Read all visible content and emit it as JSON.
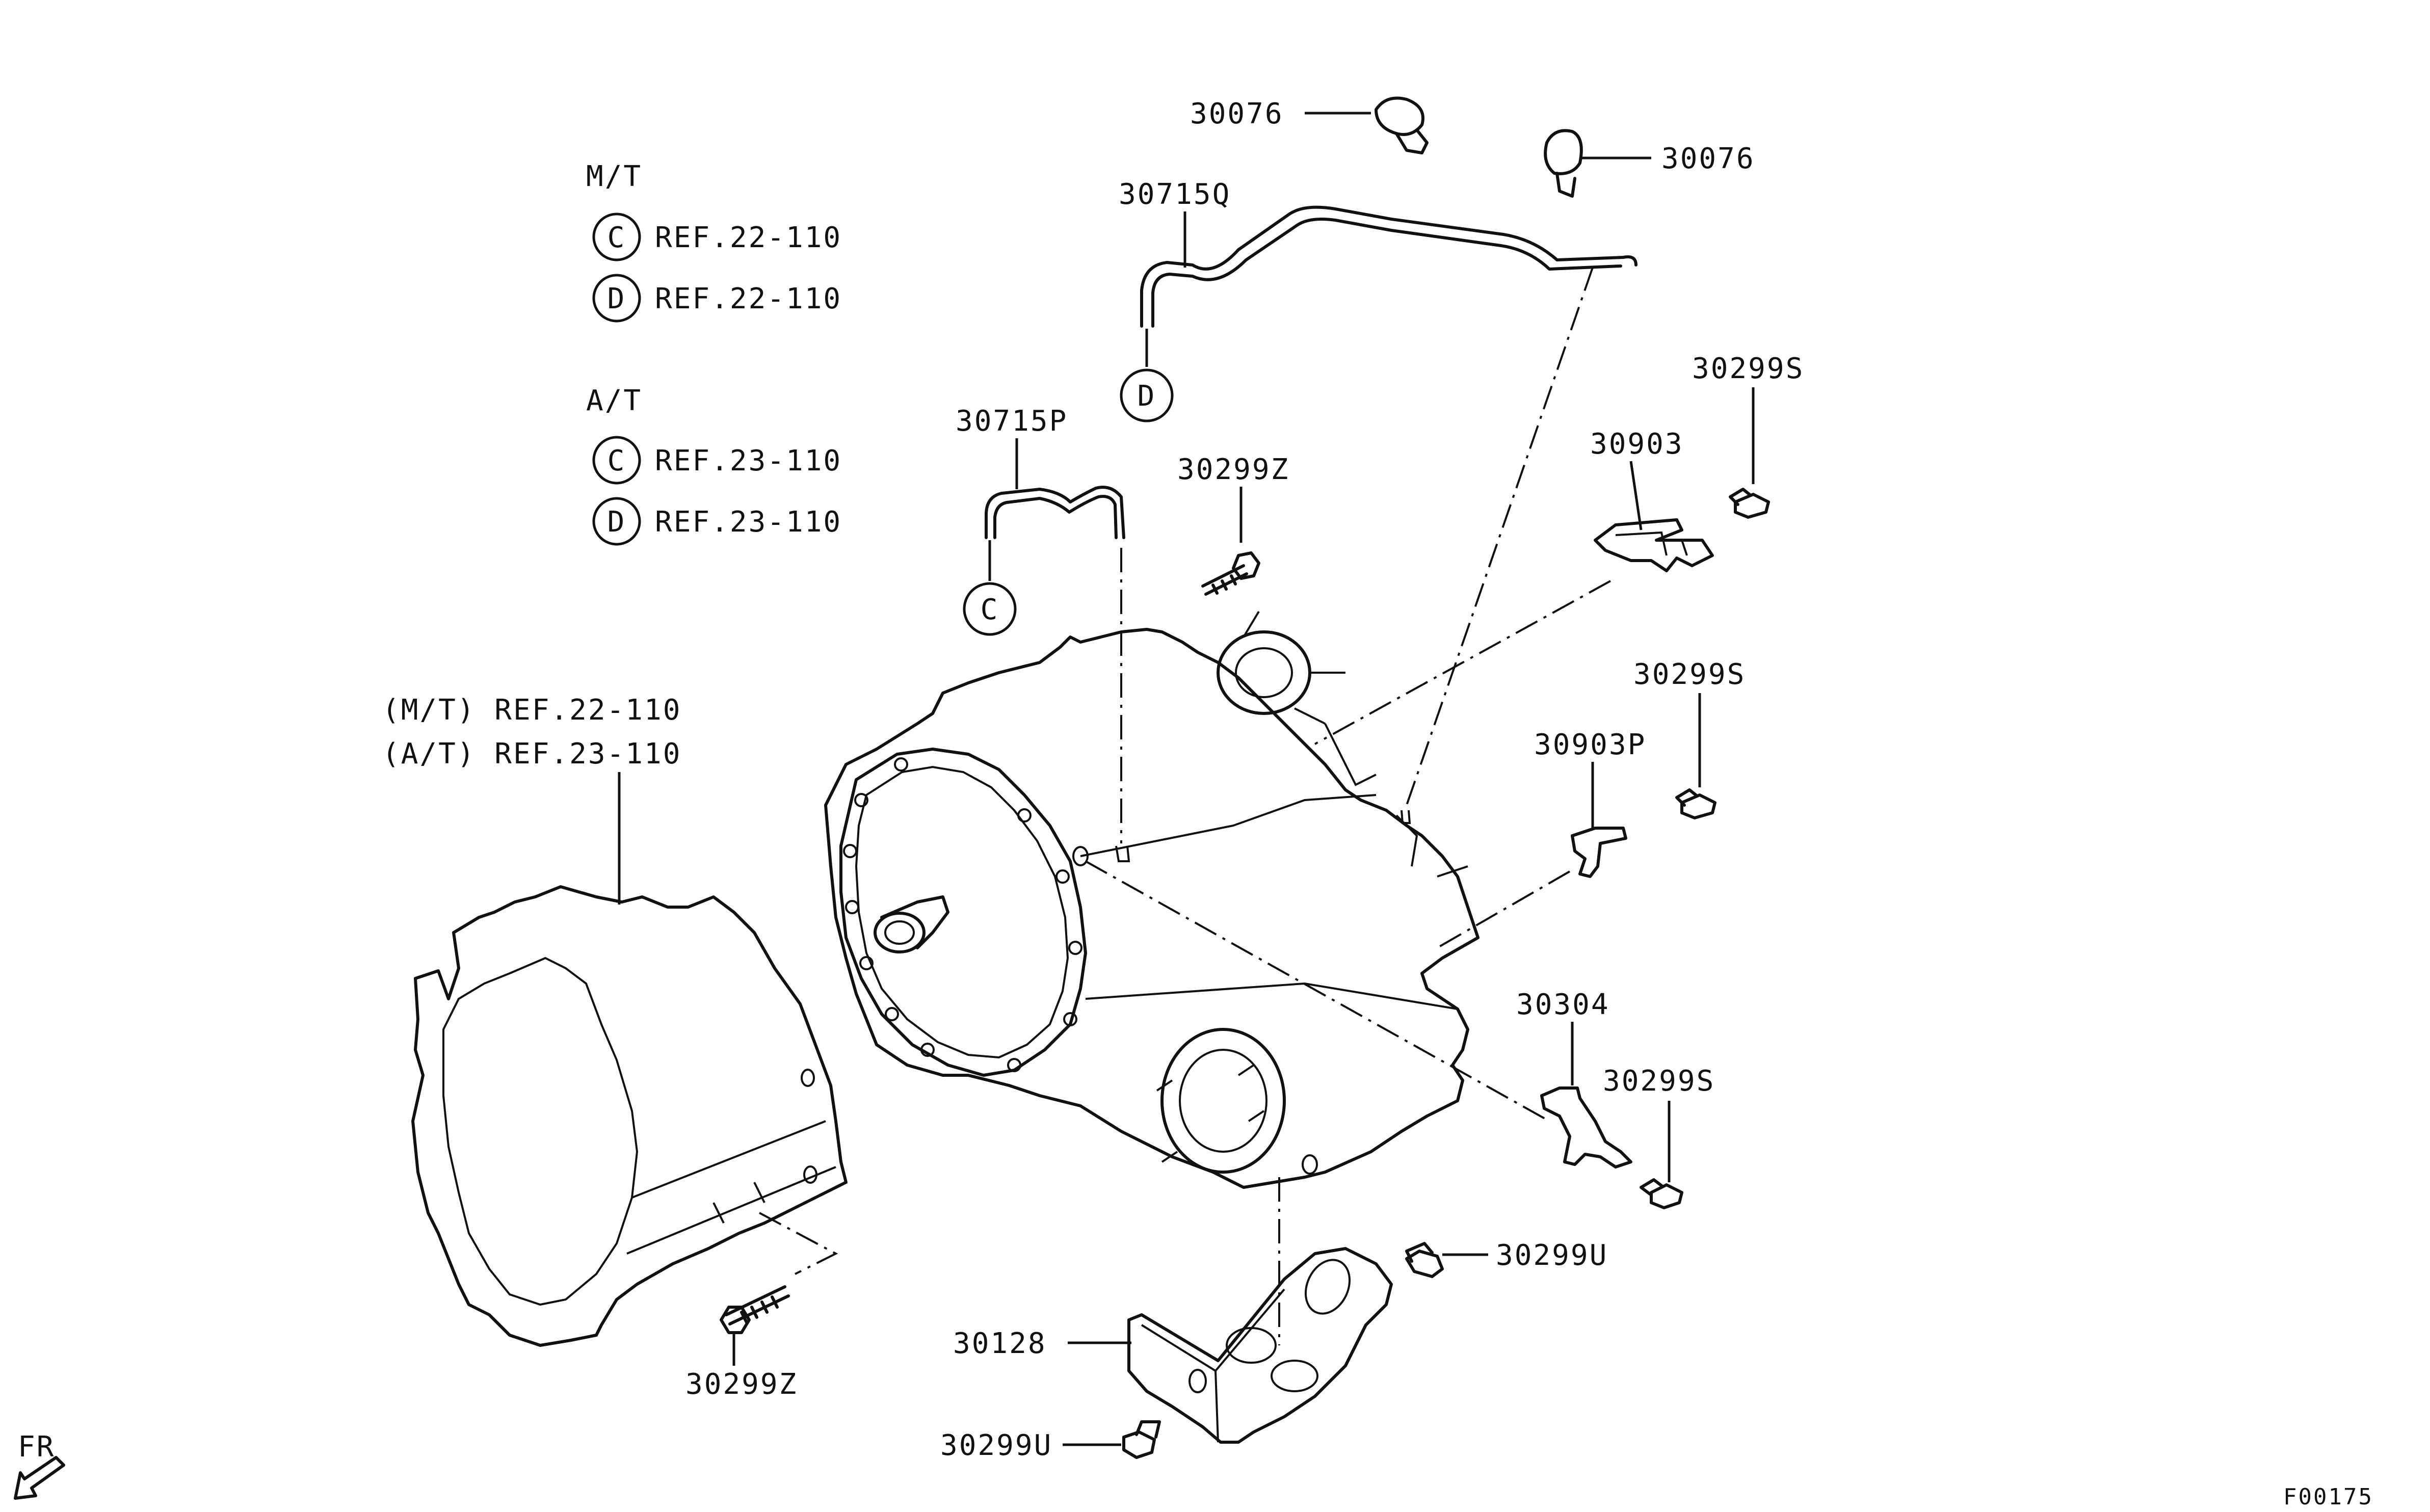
{
  "ref_notes": {
    "mt_heading": "M/T",
    "mt_c": {
      "marker": "C",
      "ref": "REF.22-110"
    },
    "mt_d": {
      "marker": "D",
      "ref": "REF.22-110"
    },
    "at_heading": "A/T",
    "at_c": {
      "marker": "C",
      "ref": "REF.23-110"
    },
    "at_d": {
      "marker": "D",
      "ref": "REF.23-110"
    },
    "housing_mt": "(M/T)  REF.22-110",
    "housing_at": "(A/T)  REF.23-110"
  },
  "callouts": {
    "clip_left": "30076",
    "clip_right": "30076",
    "hose_q": "30715Q",
    "hose_p": "30715P",
    "hose_q_end": "D",
    "hose_p_end": "C",
    "bolt_z_top": "30299Z",
    "bolt_s_1": "30299S",
    "bracket_30903": "30903",
    "bolt_s_2": "30299S",
    "bracket_30903p": "30903P",
    "bracket_30304": "30304",
    "bolt_s_3": "30299S",
    "bolt_u_right": "30299U",
    "bracket_30128": "30128",
    "bolt_u_bottom": "30299U",
    "bolt_z_bottom": "30299Z"
  },
  "orientation": {
    "label": "FR"
  },
  "figure_id": "F00175"
}
